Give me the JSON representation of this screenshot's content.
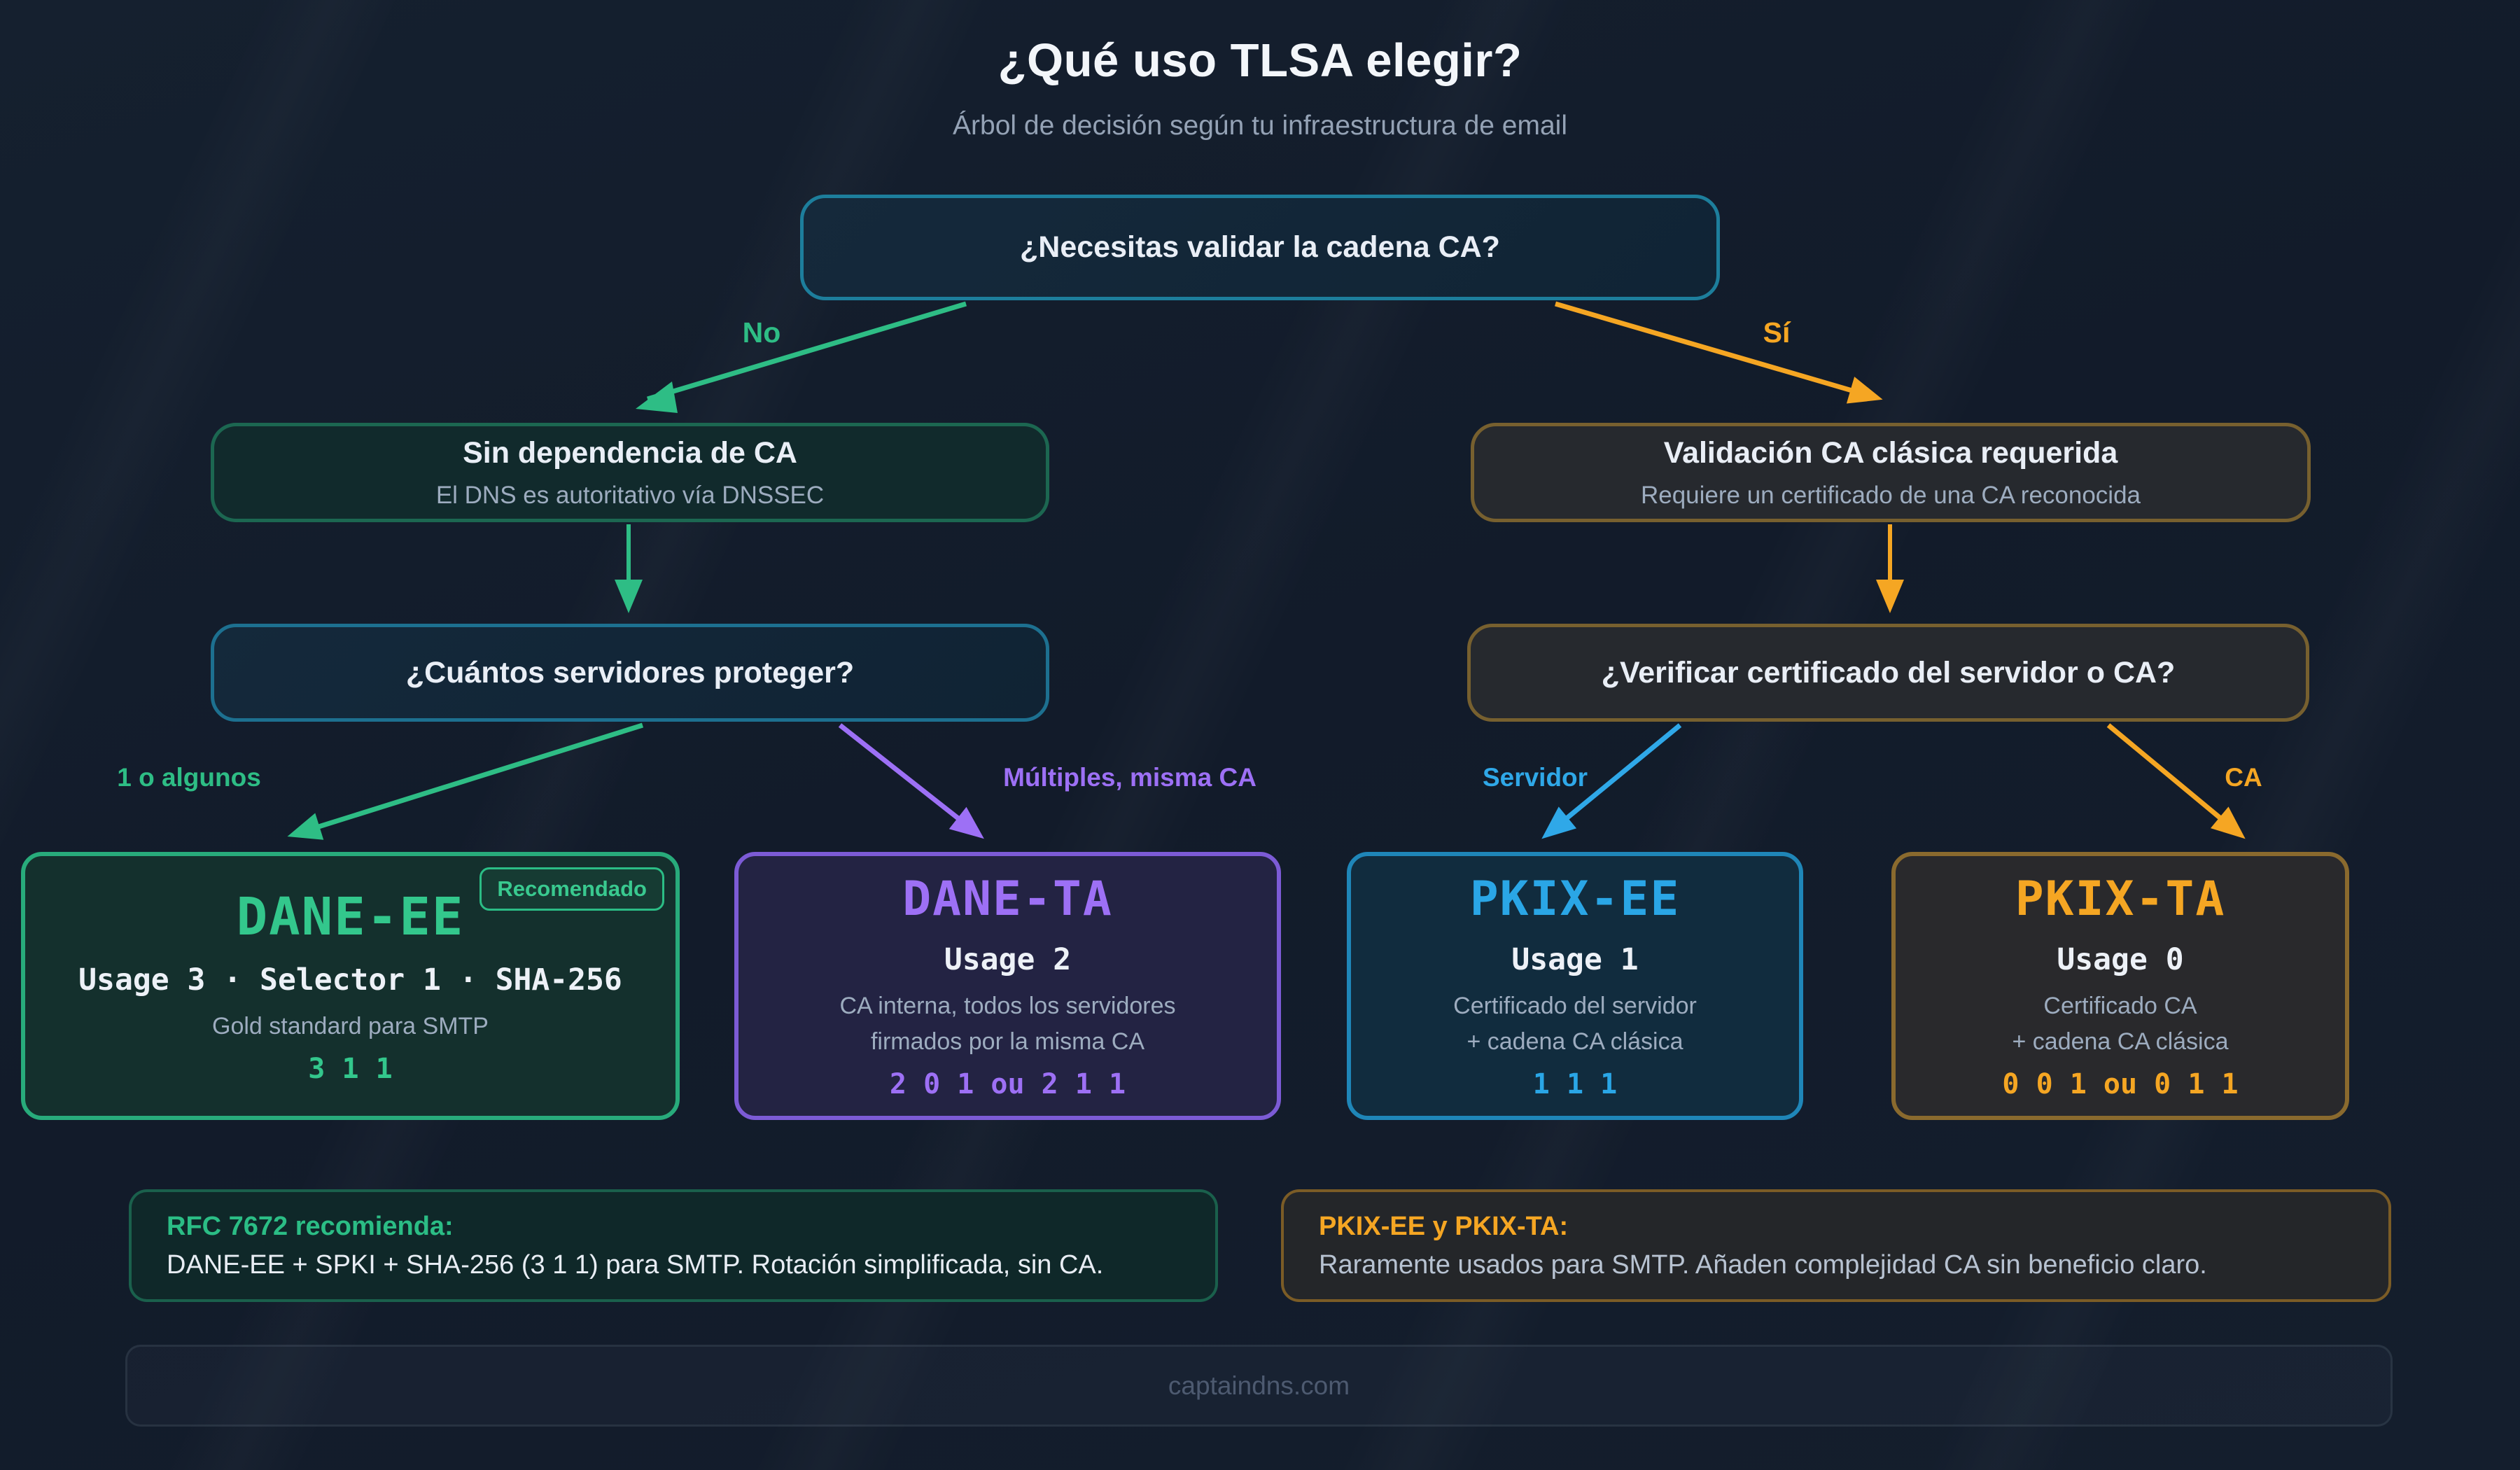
{
  "header": {
    "title": "¿Qué uso TLSA elegir?",
    "subtitle": "Árbol de decisión según tu infraestructura de email"
  },
  "root": {
    "question": "¿Necesitas validar la cadena CA?"
  },
  "branches": {
    "no_label": "No",
    "si_label": "Sí",
    "left_node": {
      "title": "Sin dependencia de CA",
      "subtitle": "El DNS es autoritativo vía DNSSEC"
    },
    "right_node": {
      "title": "Validación CA clásica requerida",
      "subtitle": "Requiere un certificado de una CA reconocida"
    },
    "left_question": "¿Cuántos servidores proteger?",
    "right_question": "¿Verificar certificado del servidor o CA?",
    "edge_labels": {
      "one_or_few": "1 o algunos",
      "multiple_same_ca": "Múltiples, misma CA",
      "server": "Servidor",
      "ca": "CA"
    }
  },
  "cards": [
    {
      "id": "dane-ee",
      "badge": "Recomendado",
      "title": "DANE-EE",
      "params": "Usage 3 · Selector 1 · SHA-256",
      "desc_lines": [
        "Gold standard para SMTP"
      ],
      "code": "3 1 1",
      "color": "#2ebd85"
    },
    {
      "id": "dane-ta",
      "title": "DANE-TA",
      "params": "Usage 2",
      "desc_lines": [
        "CA interna, todos los servidores",
        "firmados por la misma CA"
      ],
      "code": "2 0 1 ou 2 1 1",
      "color": "#9d70f5"
    },
    {
      "id": "pkix-ee",
      "title": "PKIX-EE",
      "params": "Usage 1",
      "desc_lines": [
        "Certificado del servidor",
        "+ cadena CA clásica"
      ],
      "code": "1 1 1",
      "color": "#2fa8e8"
    },
    {
      "id": "pkix-ta",
      "title": "PKIX-TA",
      "params": "Usage 0",
      "desc_lines": [
        "Certificado CA",
        "+ cadena CA clásica"
      ],
      "code": "0 0 1 ou 0 1 1",
      "color": "#f5a623"
    }
  ],
  "notes": [
    {
      "heading": "RFC 7672 recomienda:",
      "body": "DANE-EE + SPKI + SHA-256 (3 1 1) para SMTP. Rotación simplificada, sin CA.",
      "accent": "#2ebd85"
    },
    {
      "heading": "PKIX-EE y PKIX-TA:",
      "body": "Raramente usados para SMTP. Añaden complejidad CA sin beneficio claro.",
      "accent": "#f5a623"
    }
  ],
  "footer": {
    "text": "captaindns.com"
  },
  "colors": {
    "background": "#131c2b",
    "green": "#2ebd85",
    "orange": "#f5a623",
    "purple": "#9d70f5",
    "blue": "#2fa8e8",
    "teal_border": "#1d7e9c",
    "text_primary": "#e9eef6",
    "text_muted": "#9dacbf"
  }
}
